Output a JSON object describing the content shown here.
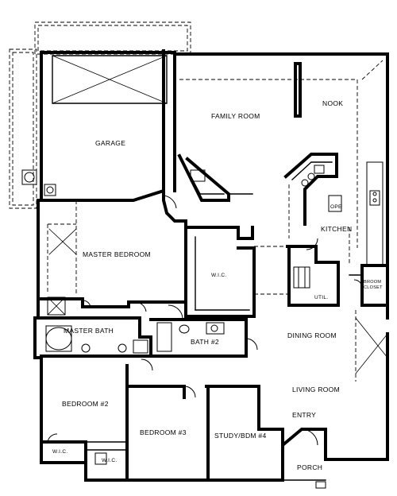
{
  "rooms": {
    "garage": "GARAGE",
    "family_room": "FAMILY ROOM",
    "nook": "NOOK",
    "kitchen": "KITCHEN",
    "ope": "OPE",
    "master_bedroom": "MASTER BEDROOM",
    "wic_master": "W.I.C.",
    "master_bath": "MASTER BATH",
    "bath_2": "BATH #2",
    "util": "UTIL.",
    "broom_closet_line1": "BROOM",
    "broom_closet_line2": "CLOSET",
    "dining_room": "DINING ROOM",
    "living_room": "LIVING ROOM",
    "bedroom_2": "BEDROOM #2",
    "bedroom_3": "BEDROOM #3",
    "study_bdm_4": "STUDY/BDM #4",
    "entry": "ENTRY",
    "porch": "PORCH",
    "wic_bed2": "W.I.C.",
    "wic_bed3": "W.I.C."
  }
}
